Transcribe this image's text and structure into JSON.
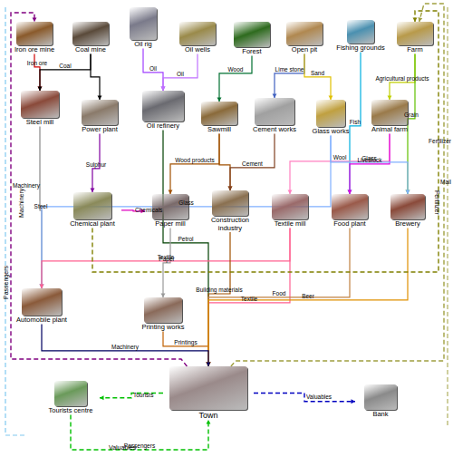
{
  "diagram": {
    "nodes": [
      {
        "text": [
          "Iron ore mine"
        ]
      },
      {
        "text": [
          "Coal mine"
        ]
      },
      {
        "text": [
          "Oil rig"
        ]
      },
      {
        "text": [
          "Oil wells"
        ]
      },
      {
        "text": [
          "Forest"
        ]
      },
      {
        "text": [
          "Open pit"
        ]
      },
      {
        "text": [
          "Fishing grounds"
        ]
      },
      {
        "text": [
          "Farm"
        ]
      },
      {
        "text": [
          "Steel mill"
        ]
      },
      {
        "text": [
          "Power plant"
        ]
      },
      {
        "text": [
          "Oil refinery"
        ]
      },
      {
        "text": [
          "Sawmill"
        ]
      },
      {
        "text": [
          "Cement works"
        ]
      },
      {
        "text": [
          "Glass works"
        ]
      },
      {
        "text": [
          "Animal farm"
        ]
      },
      {
        "text": [
          "Chemical plant"
        ]
      },
      {
        "text": [
          "Paper mill"
        ]
      },
      {
        "text": [
          "Construction industry"
        ]
      },
      {
        "text": [
          "Textile mill"
        ]
      },
      {
        "text": [
          "Food plant"
        ]
      },
      {
        "text": [
          "Brewery"
        ]
      },
      {
        "text": [
          "Automobile plant"
        ]
      },
      {
        "text": [
          "Printing works"
        ]
      },
      {
        "text": [
          "Tourists centre"
        ]
      },
      {
        "text": [
          "Town"
        ]
      },
      {
        "text": [
          "Bank"
        ]
      }
    ],
    "edges": [
      {
        "from": 0,
        "to": 8,
        "arrow": "to",
        "label": "Iron ore"
      },
      {
        "from": 1,
        "to": 8,
        "arrow": "to",
        "label": "Coal"
      },
      {
        "from": 1,
        "to": 9,
        "arrow": "to"
      },
      {
        "from": 2,
        "to": 10,
        "arrow": "to",
        "label": "Oil"
      },
      {
        "from": 3,
        "to": 10,
        "arrow": "to",
        "label": "Oil"
      },
      {
        "from": 4,
        "to": 11,
        "arrow": "to",
        "label": "Wood"
      },
      {
        "from": 5,
        "to": 12,
        "arrow": "to",
        "label": "Lime stone"
      },
      {
        "from": 5,
        "to": 13,
        "arrow": "to",
        "label": "Sand"
      },
      {
        "from": 6,
        "to": 19,
        "arrow": "to",
        "label": "Fish"
      },
      {
        "from": 7,
        "to": 14,
        "arrow": "to",
        "label": "Agricultural products"
      },
      {
        "from": 7,
        "to": 20,
        "arrow": "to",
        "label": "Grain"
      },
      {
        "from": 14,
        "to": 18,
        "arrow": "to",
        "label": "Wool"
      },
      {
        "from": 14,
        "to": 19,
        "arrow": "to",
        "label": "Livestock"
      },
      {
        "from": 8,
        "to": 21,
        "arrow": "to",
        "label": "Steel"
      },
      {
        "from": 9,
        "to": 15,
        "arrow": "to",
        "label": "Sulphur"
      },
      {
        "from": 10,
        "to": 24,
        "arrow": "to",
        "label": "Petrol"
      },
      {
        "from": 15,
        "to": 16,
        "arrow": "to",
        "label": "Chemicals"
      },
      {
        "from": 11,
        "to": 16,
        "arrow": "to",
        "label": "Wood products"
      },
      {
        "from": 11,
        "to": 17,
        "arrow": "to"
      },
      {
        "from": 12,
        "to": 17,
        "arrow": "to",
        "label": "Cement"
      },
      {
        "from": 13,
        "to": 21,
        "arrow": "to",
        "label": "Glass"
      },
      {
        "from": 13,
        "to": 20,
        "arrow": "to",
        "label": "Glass"
      },
      {
        "from": 16,
        "to": 22,
        "arrow": "to",
        "label": "Paper"
      },
      {
        "from": 18,
        "to": 21,
        "arrow": "to",
        "label": "Textile"
      },
      {
        "from": 18,
        "to": 24,
        "arrow": "to",
        "label": "Textile"
      },
      {
        "from": 17,
        "to": 24,
        "arrow": "to",
        "label": "Building materials"
      },
      {
        "from": 22,
        "to": 24,
        "arrow": "to",
        "label": "Printings"
      },
      {
        "from": 19,
        "to": 24,
        "arrow": "to",
        "label": "Food"
      },
      {
        "from": 20,
        "to": 24,
        "arrow": "to",
        "label": "Beer"
      },
      {
        "from": 21,
        "to": 24,
        "arrow": "to",
        "label": "Machinery"
      },
      {
        "from": 24,
        "to": 23,
        "arrow": "to",
        "label": "Tourists"
      },
      {
        "from": 23,
        "to": 24,
        "arrow": "to",
        "label": "Passengers"
      },
      {
        "from": 24,
        "to": 25,
        "arrow": "to",
        "label": "Valuables"
      },
      {
        "from": 15,
        "to": 7,
        "arrow": "to",
        "label": "Fertilizer"
      },
      {
        "from": 24,
        "to": 0,
        "arrow": "to",
        "label": "Machinery"
      },
      {
        "from": 24,
        "to": 7,
        "arrow": "to",
        "label": "Mail"
      }
    ],
    "labels": [
      "Passengers",
      "Machinery",
      "Fertilizer",
      "Valuables"
    ]
  }
}
